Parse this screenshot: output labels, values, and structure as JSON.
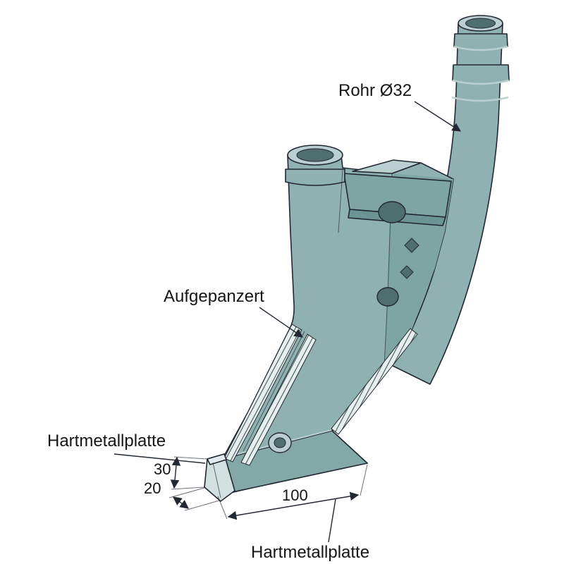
{
  "diagram": {
    "type": "technical-illustration",
    "labels": {
      "rohr": "Rohr Ø32",
      "aufgepanzert": "Aufgepanzert",
      "hartmetallplatte_left": "Hartmetallplatte",
      "hartmetallplatte_bottom": "Hartmetallplatte"
    },
    "dimensions": {
      "plate_height": "30",
      "plate_width": "20",
      "wing_length": "100"
    },
    "colors": {
      "background": "#ffffff",
      "body": "#8fb1b1",
      "body_dark": "#7ea4a4",
      "body_darker": "#6d9494",
      "body_light": "#bad0d0",
      "tip_light": "#d2e0e0",
      "hole": "#4f6e6e",
      "serr_bg": "#e6eeee",
      "serr_line": "#445656",
      "outline": "#222833",
      "text": "#161616"
    }
  }
}
